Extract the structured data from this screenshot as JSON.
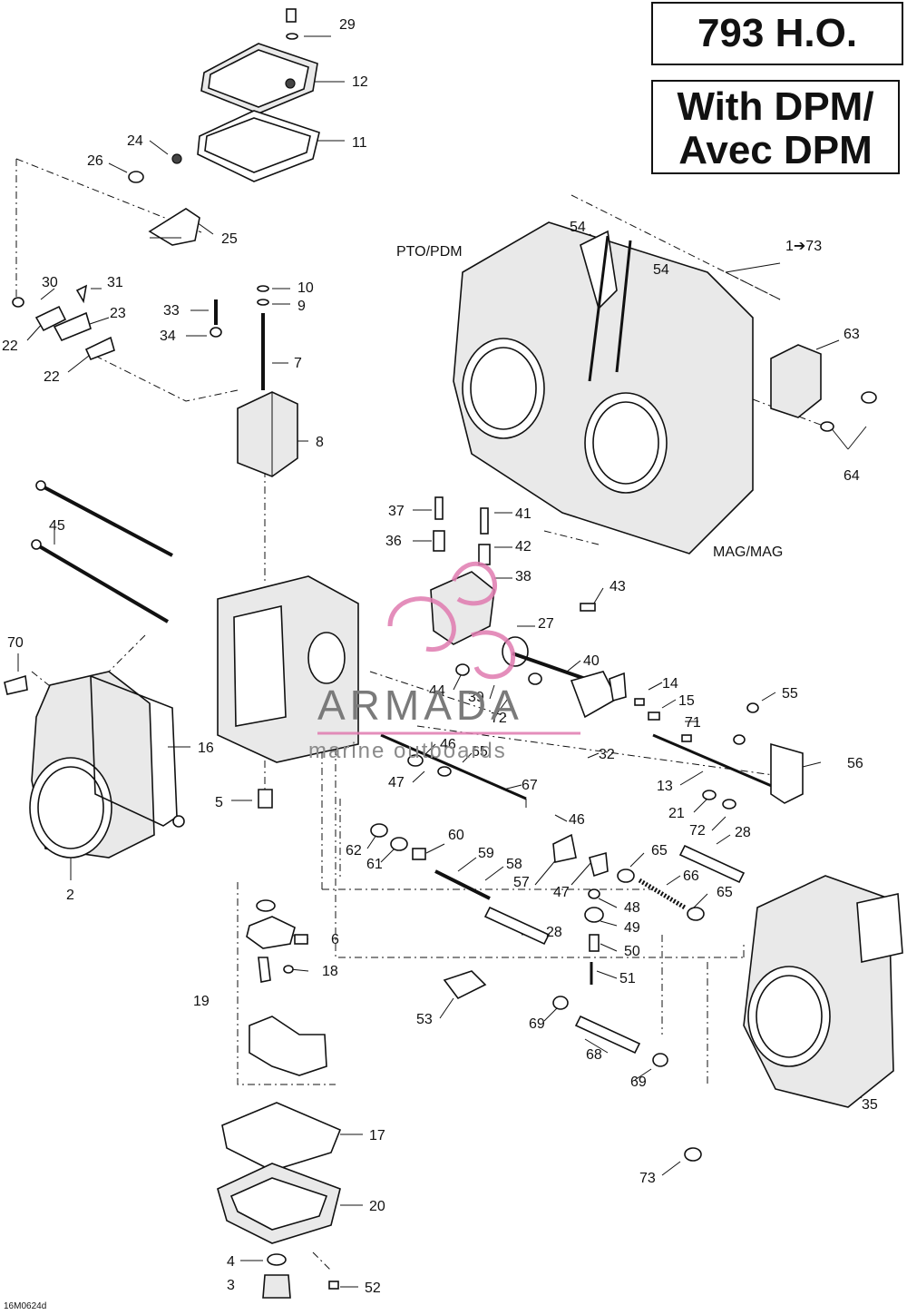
{
  "title": {
    "model": "793 H.O.",
    "variant_line1": "With DPM/",
    "variant_line2": "Avec DPM"
  },
  "side_labels": {
    "pto": "PTO/PDM",
    "mag": "MAG/MAG",
    "assembly_ref": "1➔73"
  },
  "watermark": {
    "brand": "ARMADA",
    "tagline": "marine outboards"
  },
  "reference_code": "16M0624d",
  "callouts": [
    "29",
    "12",
    "11",
    "24",
    "26",
    "25",
    "30",
    "31",
    "23",
    "22",
    "22",
    "33",
    "10",
    "9",
    "34",
    "7",
    "8",
    "45",
    "70",
    "16",
    "2",
    "5",
    "54",
    "54",
    "63",
    "64",
    "37",
    "41",
    "36",
    "42",
    "38",
    "43",
    "27",
    "40",
    "44",
    "39",
    "72",
    "14",
    "15",
    "71",
    "55",
    "56",
    "46",
    "65",
    "47",
    "32",
    "13",
    "21",
    "72",
    "28",
    "67",
    "46",
    "62",
    "61",
    "60",
    "59",
    "58",
    "57",
    "47",
    "65",
    "66",
    "65",
    "48",
    "49",
    "50",
    "51",
    "6",
    "18",
    "19",
    "28",
    "53",
    "69",
    "68",
    "69",
    "35",
    "17",
    "20",
    "73",
    "4",
    "3",
    "52"
  ],
  "colors": {
    "ink": "#111111",
    "watermark_gray": "#7a7a7a",
    "watermark_pink": "#e07bb0"
  }
}
